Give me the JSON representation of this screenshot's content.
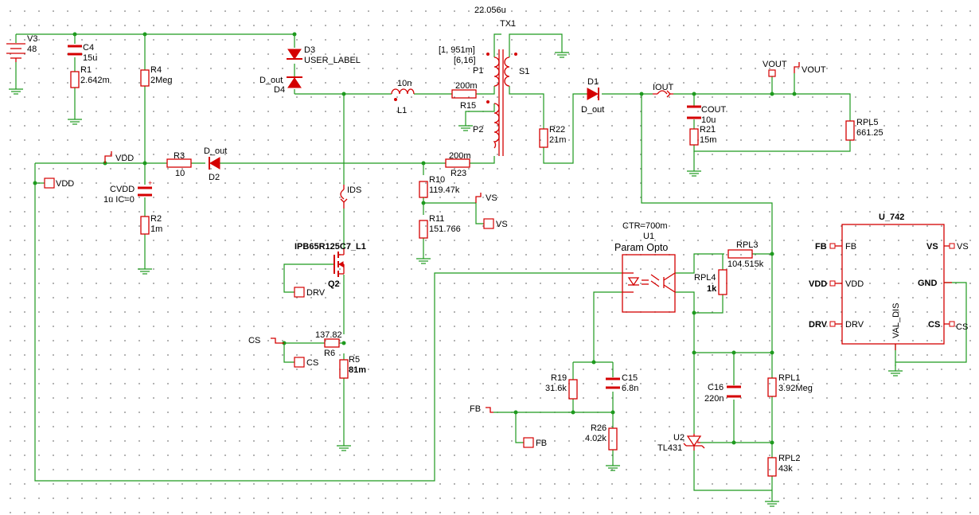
{
  "labels": {
    "v3": "V3",
    "v3_val": "48",
    "c4": "C4",
    "c4_val": "15u",
    "r1": "R1",
    "r1_val": "2.642m",
    "r4": "R4",
    "r4_val": "2Meg",
    "d3": "D3",
    "d3_val": "USER_LABEL",
    "d4": "D4",
    "d4_model": "D_out",
    "tx1_val": "22.056u",
    "tx1": "TX1",
    "p1_ratio": "[1, 951m]",
    "p1_pins": "[6,16]",
    "p1": "P1",
    "p2": "P2",
    "s1": "S1",
    "l1": "L1",
    "l1_val": "10n",
    "r15": "R15",
    "r15_val": "200m",
    "r22": "R22",
    "r22_val": "21m",
    "d1": "D1",
    "d1_model": "D_out",
    "iout": "IOUT",
    "vout_pin": "VOUT",
    "vout_flag": "VOUT",
    "cout": "COUT",
    "cout_val": "10u",
    "r21": "R21",
    "r21_val": "15m",
    "rpl5": "RPL5",
    "rpl5_val": "661.25",
    "vdd_flag": "VDD",
    "vdd_pin": "VDD",
    "r3": "R3",
    "r3_val": "10",
    "d2": "D2",
    "d2_model": "D_out",
    "r23": "R23",
    "r23_val": "200m",
    "cvdd": "CVDD",
    "cvdd_val": "1u IC=0",
    "r2": "R2",
    "r2_val": "1m",
    "r10": "R10",
    "r10_val": "119.47k",
    "vs_flag": "VS",
    "vs_pin": "VS",
    "r11": "R11",
    "r11_val": "151.766",
    "ids": "IDS",
    "q2_model": "IPB65R125C7_L1",
    "q2": "Q2",
    "drv_pin": "DRV",
    "cs_flag": "CS",
    "cs_pin": "CS",
    "r6": "R6",
    "r6_val": "137.82",
    "r5": "R5",
    "r5_val": "81m",
    "ctr": "CTR=700m",
    "u1": "U1",
    "opto": "Param Opto",
    "rpl3": "RPL3",
    "rpl3_val": "104.515k",
    "rpl4": "RPL4",
    "rpl4_val": "1k",
    "r19": "R19",
    "r19_val": "31.6k",
    "c15": "C15",
    "c15_val": "6.8n",
    "fb_flag": "FB",
    "fb_pin": "FB",
    "r26": "R26",
    "r26_val": "4.02k",
    "c16": "C16",
    "c16_val": "220n",
    "rpl1": "RPL1",
    "rpl1_val": "3.92Meg",
    "u2": "U2",
    "u2_model": "TL431",
    "rpl2": "RPL2",
    "rpl2_val": "43k",
    "u742": "U_742",
    "u742_fb_ext": "FB",
    "u742_fb": "FB",
    "u742_vdd_ext": "VDD",
    "u742_vdd": "VDD",
    "u742_drv_ext": "DRV",
    "u742_drv": "DRV",
    "u742_vs": "VS",
    "u742_vs_ext": "VS",
    "u742_gnd": "GND",
    "u742_cs": "CS",
    "u742_cs_ext": "CS",
    "u742_model": "VAL_DIS"
  },
  "colors": {
    "wire": "#1e9a1e",
    "component": "#d40000",
    "grid_dot": "#9a9a9a"
  }
}
